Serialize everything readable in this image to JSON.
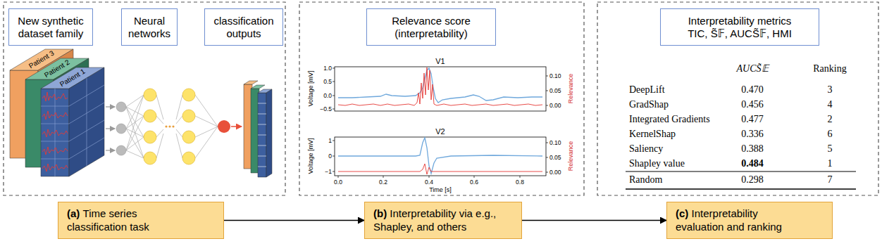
{
  "diagram": {
    "nodes": [
      {
        "text": [
          "New synthetic dataset family"
        ]
      },
      {
        "text": [
          "Neural networks"
        ]
      },
      {
        "text": [
          "classification outputs"
        ]
      },
      {
        "text": [
          "Relevance score (interpretability)"
        ]
      },
      {
        "text": [
          "Interpretability metrics",
          "TIC, S̃𝔽, AUCS̃𝔽, HMI"
        ]
      },
      {
        "text": [
          "(a)",
          "Time series classification task"
        ]
      },
      {
        "text": [
          "(b)",
          "Interpretability via e.g., Shapley, and others"
        ]
      },
      {
        "text": [
          "(c)",
          "Interpretability evaluation and ranking"
        ]
      }
    ],
    "edges": [
      {
        "from": 5,
        "to": 6,
        "arrow": "to"
      },
      {
        "from": 6,
        "to": 7,
        "arrow": "to"
      }
    ],
    "labels": [
      "Patient 3",
      "Patient 2",
      "Patient 1",
      "V1",
      "Voltage [mV]",
      "Relevance",
      "1.0",
      "0.5",
      "0.0",
      "−0.5",
      "0.10",
      "0.05",
      "0.00",
      "V2",
      "Voltage [mV]",
      "Relevance",
      "1",
      "0",
      "−1",
      "0.10",
      "0.05",
      "0.00",
      "0.0",
      "0.2",
      "0.4",
      "0.6",
      "0.8",
      "Time [s]",
      "AUCS̃𝔼",
      "Ranking",
      "DeepLift",
      "0.470",
      "3",
      "GradShap",
      "0.456",
      "4",
      "Integrated Gradients",
      "0.477",
      "2",
      "KernelShap",
      "0.336",
      "6",
      "Saliency",
      "0.388",
      "5",
      "Shapley value",
      "0.484",
      "1",
      "Random",
      "0.298",
      "7"
    ]
  }
}
